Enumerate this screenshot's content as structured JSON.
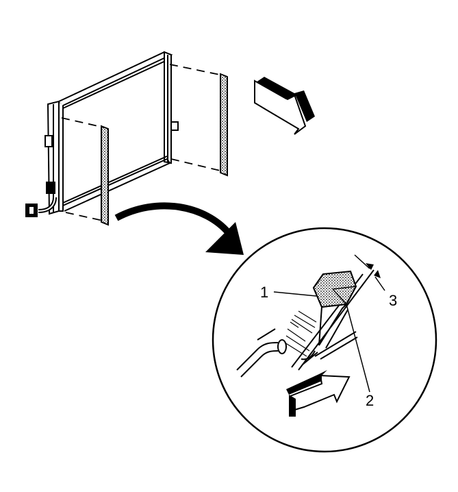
{
  "callouts": [
    {
      "id": "1",
      "label": "1"
    },
    {
      "id": "2",
      "label": "2"
    },
    {
      "id": "3",
      "label": "3"
    }
  ],
  "colors": {
    "ink": "#000000",
    "paper": "#ffffff",
    "shade": "#9a9a9a"
  }
}
